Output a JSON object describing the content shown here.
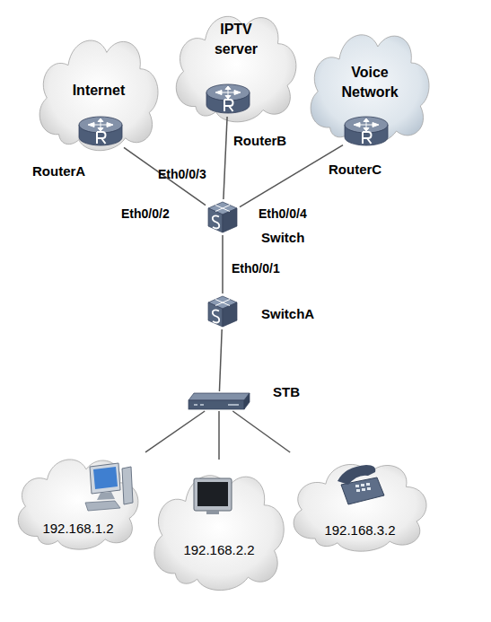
{
  "diagram": {
    "nodes": [
      {
        "text": [
          "Internet"
        ]
      },
      {
        "text": [
          "RouterA"
        ],
        "in": 0
      },
      {
        "text": [
          "IPTV server"
        ]
      },
      {
        "text": [
          "RouterB"
        ],
        "in": 2
      },
      {
        "text": [
          "Voice Network"
        ]
      },
      {
        "text": [
          "RouterC"
        ],
        "in": 4
      },
      {
        "text": [
          "Switch"
        ]
      },
      {
        "text": [
          "SwitchA"
        ]
      },
      {
        "text": [
          "STB"
        ]
      },
      {
        "text": [
          "192.168.1.2"
        ]
      },
      {
        "text": [
          "192.168.2.2"
        ]
      },
      {
        "text": [
          "192.168.3.2"
        ]
      }
    ],
    "edges": [
      {
        "from": 1,
        "to": 6,
        "arrow": "none",
        "label": "Eth0/0/2"
      },
      {
        "from": 3,
        "to": 6,
        "arrow": "none",
        "label": "Eth0/0/3"
      },
      {
        "from": 5,
        "to": 6,
        "arrow": "none",
        "label": "Eth0/0/4"
      },
      {
        "from": 6,
        "to": 7,
        "arrow": "none",
        "label": "Eth0/0/1"
      },
      {
        "from": 7,
        "to": 8,
        "arrow": "none"
      },
      {
        "from": 8,
        "to": 9,
        "arrow": "none"
      },
      {
        "from": 8,
        "to": 10,
        "arrow": "none"
      },
      {
        "from": 8,
        "to": 11,
        "arrow": "none"
      }
    ]
  }
}
